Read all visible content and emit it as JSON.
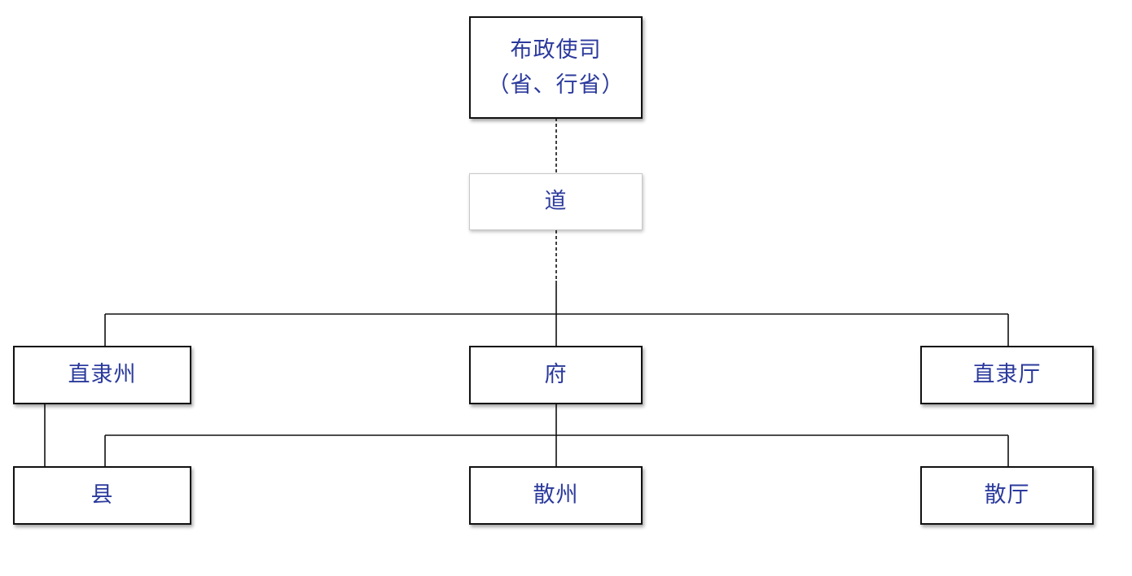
{
  "theme": {
    "text_color": "#2b3a9c",
    "line_color": "#111111",
    "box_border": "#111111"
  },
  "nodes": {
    "buzhengshisi": {
      "line1": "布政使司",
      "line2": "（省、行省）"
    },
    "dao": {
      "label": "道"
    },
    "zhilizhou": {
      "label": "直隶州"
    },
    "fu": {
      "label": "府"
    },
    "zhiliting": {
      "label": "直隶厅"
    },
    "xian": {
      "label": "县"
    },
    "sanzhou": {
      "label": "散州"
    },
    "santing": {
      "label": "散厅"
    }
  }
}
